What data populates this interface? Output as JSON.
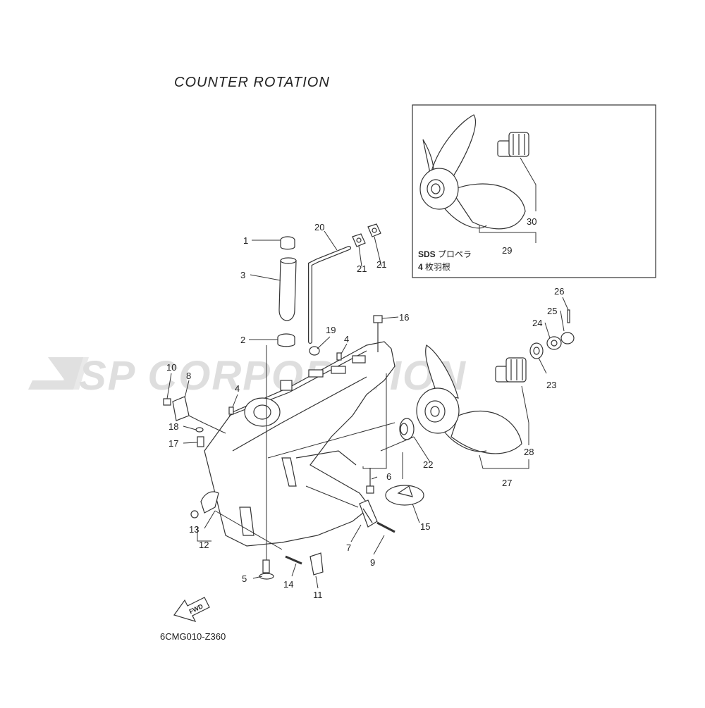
{
  "title": "COUNTER  ROTATION",
  "diagram_code": "6CMG010-Z360",
  "watermark": "JSP CORPORATION",
  "fwd_label": "FWD",
  "inset": {
    "line1_bold": "SDS",
    "line1_rest": "プロペラ",
    "line2_bold": "4",
    "line2_rest": "枚羽根"
  },
  "callouts": [
    "1",
    "2",
    "3",
    "4",
    "4",
    "5",
    "6",
    "7",
    "8",
    "9",
    "10",
    "11",
    "12",
    "13",
    "14",
    "15",
    "16",
    "17",
    "18",
    "19",
    "20",
    "21",
    "21",
    "22",
    "23",
    "24",
    "25",
    "26",
    "27",
    "28",
    "29",
    "30"
  ],
  "colors": {
    "line": "#222222",
    "watermark": "#d9d9d9",
    "background": "#ffffff"
  }
}
